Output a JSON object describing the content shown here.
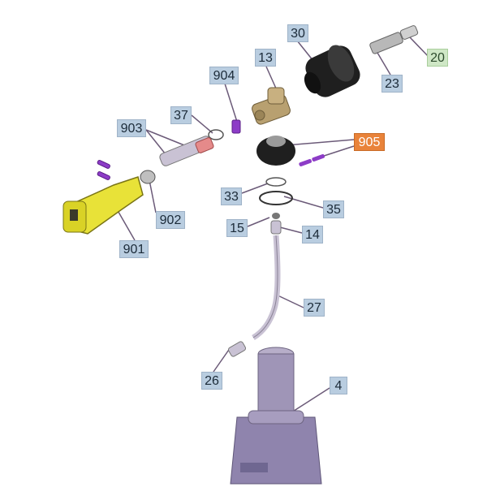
{
  "diagram": {
    "callouts": [
      {
        "id": "30",
        "text": "30"
      },
      {
        "id": "20",
        "text": "20"
      },
      {
        "id": "13",
        "text": "13"
      },
      {
        "id": "904",
        "text": "904"
      },
      {
        "id": "23",
        "text": "23"
      },
      {
        "id": "37",
        "text": "37"
      },
      {
        "id": "903",
        "text": "903"
      },
      {
        "id": "905",
        "text": "905"
      },
      {
        "id": "33",
        "text": "33"
      },
      {
        "id": "35",
        "text": "35"
      },
      {
        "id": "902",
        "text": "902"
      },
      {
        "id": "15",
        "text": "15"
      },
      {
        "id": "14",
        "text": "14"
      },
      {
        "id": "901",
        "text": "901"
      },
      {
        "id": "27",
        "text": "27"
      },
      {
        "id": "26",
        "text": "26"
      },
      {
        "id": "4",
        "text": "4"
      }
    ],
    "highlight_color": "#e9833a",
    "label_color": "#b9cde0",
    "alt_label_color": "#cfe7c6"
  }
}
